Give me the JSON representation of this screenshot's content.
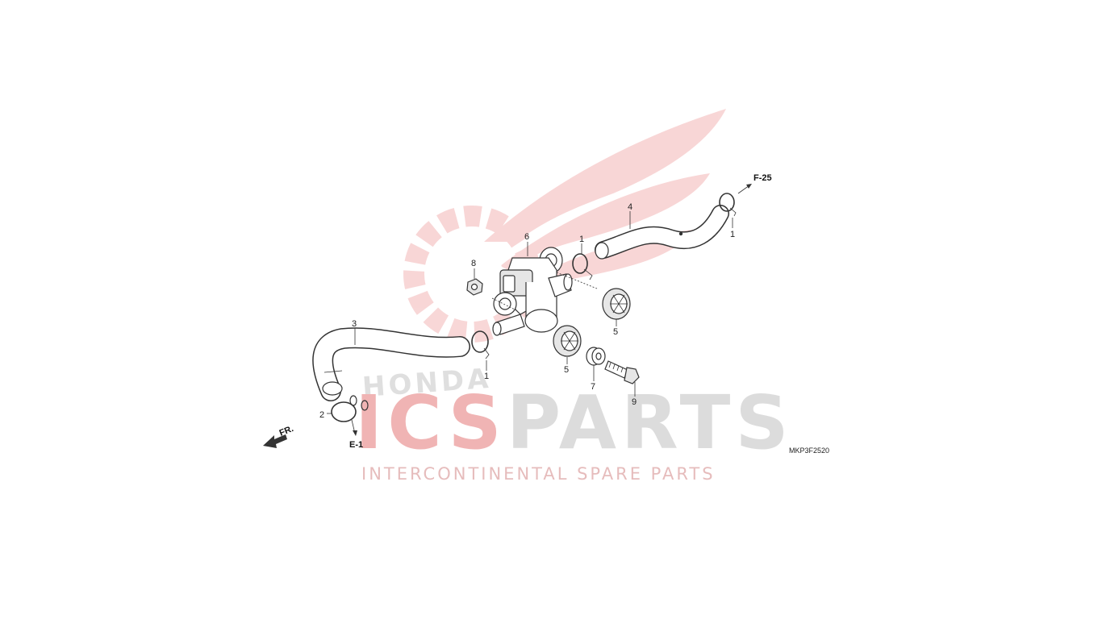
{
  "watermark": {
    "brand_red": "ICS",
    "brand_gray": "PARTS",
    "tagline": "INTERCONTINENTAL SPARE PARTS",
    "emblem_text": "HONDA",
    "color_red": "#e04848",
    "color_gray": "#cfcfcf"
  },
  "diagram": {
    "code": "MKP3F2520",
    "refs": {
      "f25": "F-25",
      "e1": "E-1",
      "front": "FR."
    },
    "callouts": [
      {
        "id": "c1a",
        "text": "1"
      },
      {
        "id": "c1b",
        "text": "1"
      },
      {
        "id": "c1c",
        "text": "1"
      },
      {
        "id": "c2",
        "text": "2"
      },
      {
        "id": "c3",
        "text": "3"
      },
      {
        "id": "c4",
        "text": "4"
      },
      {
        "id": "c5a",
        "text": "5"
      },
      {
        "id": "c5b",
        "text": "5"
      },
      {
        "id": "c6",
        "text": "6"
      },
      {
        "id": "c7",
        "text": "7"
      },
      {
        "id": "c8",
        "text": "8"
      },
      {
        "id": "c9",
        "text": "9"
      }
    ]
  }
}
